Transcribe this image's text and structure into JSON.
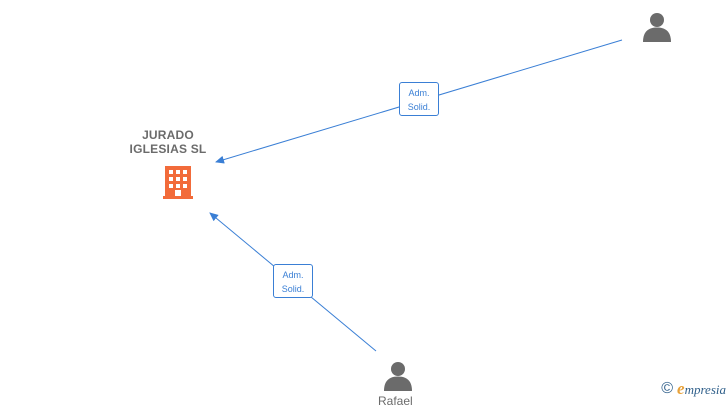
{
  "company": {
    "name_line1": "JURADO",
    "name_line2": "IGLESIAS  SL",
    "icon": "building-icon",
    "color": "#f26b3a"
  },
  "persons": [
    {
      "icon": "person-icon",
      "label": ""
    },
    {
      "icon": "person-icon",
      "label": "Rafael"
    }
  ],
  "edges": [
    {
      "label_line1": "Adm.",
      "label_line2": "Solid."
    },
    {
      "label_line1": "Adm.",
      "label_line2": "Solid."
    }
  ],
  "colors": {
    "edge": "#3a7fd5",
    "person": "#6b6b6b"
  },
  "brand": {
    "copyright": "©",
    "e": "e",
    "rest": "mpresia"
  }
}
